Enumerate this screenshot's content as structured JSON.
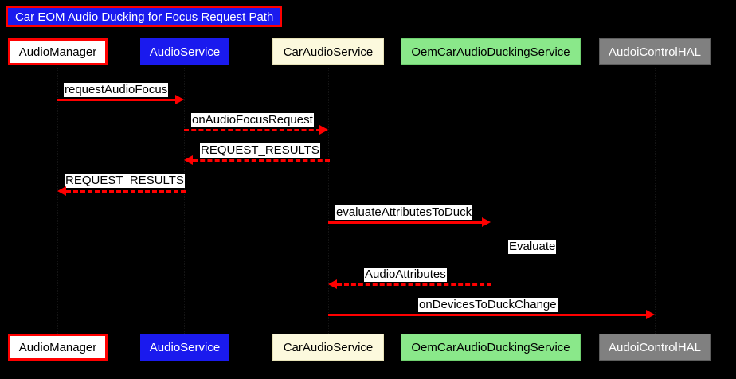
{
  "diagram": {
    "title": "Car EOM Audio Ducking for Focus Request Path",
    "background_color": "#000000",
    "accent_color": "#ff0000",
    "type": "sequence-diagram"
  },
  "participants": [
    {
      "id": "audio-manager",
      "label": "AudioManager",
      "fill": "#ffffff",
      "text_color": "#000000",
      "border_color": "#ff0000"
    },
    {
      "id": "audio-service",
      "label": "AudioService",
      "fill": "#1a1aee",
      "text_color": "#ffffff",
      "border_color": "#1a1aee"
    },
    {
      "id": "car-audio-service",
      "label": "CarAudioService",
      "fill": "#fcf9dd",
      "text_color": "#000000",
      "border_color": "#e8e3b8"
    },
    {
      "id": "oem-car-audio-ducking-service",
      "label": "OemCarAudioDuckingService",
      "fill": "#8ae88a",
      "text_color": "#000000",
      "border_color": "#6fd06f"
    },
    {
      "id": "audoi-control-hal",
      "label": "AudoiControlHAL",
      "fill": "#808080",
      "text_color": "#ffffff",
      "border_color": "#5e5e5e"
    }
  ],
  "messages": [
    {
      "label": "requestAudioFocus",
      "from": "audio-manager",
      "to": "audio-service",
      "style": "solid",
      "direction": "right"
    },
    {
      "label": "onAudioFocusRequest",
      "from": "audio-service",
      "to": "car-audio-service",
      "style": "dashed",
      "direction": "right"
    },
    {
      "label": "REQUEST_RESULTS",
      "from": "car-audio-service",
      "to": "audio-service",
      "style": "dashed",
      "direction": "left"
    },
    {
      "label": "REQUEST_RESULTS",
      "from": "audio-service",
      "to": "audio-manager",
      "style": "dashed",
      "direction": "left"
    },
    {
      "label": "evaluateAttributesToDuck",
      "from": "car-audio-service",
      "to": "oem-car-audio-ducking-service",
      "style": "solid",
      "direction": "right"
    },
    {
      "label": "AudioAttributes",
      "from": "oem-car-audio-ducking-service",
      "to": "car-audio-service",
      "style": "dashed",
      "direction": "left"
    },
    {
      "label": "onDevicesToDuckChange",
      "from": "car-audio-service",
      "to": "audoi-control-hal",
      "style": "solid",
      "direction": "right"
    }
  ],
  "notes": [
    {
      "label": "Evaluate",
      "on": "oem-car-audio-ducking-service"
    }
  ]
}
